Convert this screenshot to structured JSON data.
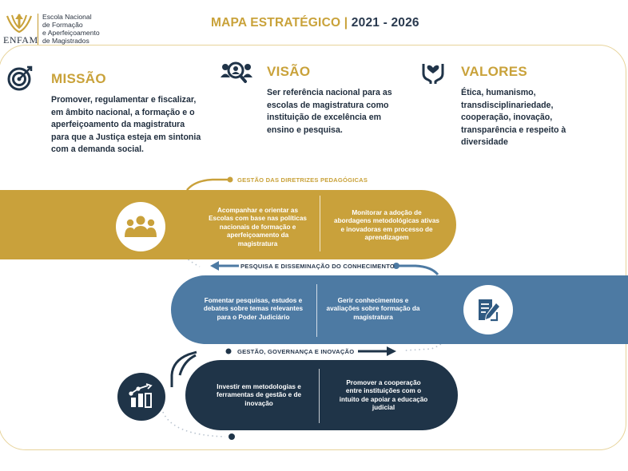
{
  "header": {
    "logo_word": "ENFAM",
    "org_name": [
      "Escola Nacional",
      "de Formação",
      "e Aperfeiçoamento",
      "de Magistrados"
    ],
    "title_main": "MAPA ESTRATÉGICO",
    "title_sep": "|",
    "title_years": "2021 - 2026"
  },
  "sections": {
    "missao": {
      "icon": "target-icon",
      "title": "MISSÃO",
      "lines": [
        "Promover, regulamentar e fiscalizar,",
        "em âmbito nacional, a formação e o",
        "aperfeiçoamento da magistratura",
        "para que a Justiça esteja em sintonia",
        "com a demanda social."
      ]
    },
    "visao": {
      "icon": "people-search-icon",
      "title": "VISÃO",
      "lines": [
        "Ser referência nacional para as",
        "escolas de magistratura como",
        "instituição de excelência em",
        "ensino e pesquisa."
      ]
    },
    "valores": {
      "icon": "hands-heart-icon",
      "title": "VALORES",
      "lines": [
        "Ética, humanismo,",
        "transdisciplinariedade,",
        "cooperação, inovação,",
        "transparência e respeito à",
        "diversidade"
      ]
    }
  },
  "bands": {
    "gestao_diretrizes": {
      "label": "GESTÃO DAS DIRETRIZES PEDAGÓGICAS",
      "icon": "group-icon",
      "left_lines": [
        "Acompanhar e orientar as",
        "Escolas com base nas políticas",
        "nacionais de formação e",
        "aperfeiçoamento da",
        "magistratura"
      ],
      "right_lines": [
        "Monitorar a adoção de",
        "abordagens metodológicas ativas",
        "e inovadoras em processo de",
        "aprendizagem"
      ]
    },
    "pesquisa": {
      "label": "PESQUISA E DISSEMINAÇÃO DO CONHECIMENTO",
      "icon": "document-pen-icon",
      "left_lines": [
        "Fomentar pesquisas, estudos e",
        "debates sobre temas  relevantes",
        "para o Poder Judiciário"
      ],
      "right_lines": [
        "Gerir conhecimentos e",
        "avaliações sobre formação da",
        "magistratura"
      ]
    },
    "gestao_governanca": {
      "label": "GESTÃO, GOVERNANÇA E INOVAÇÃO",
      "icon": "growth-chart-icon",
      "left_lines": [
        "Investir em metodologias e",
        "ferramentas de gestão e de",
        "inovação"
      ],
      "right_lines": [
        "Promover a cooperação",
        "entre instituições com o",
        "intuito de apoiar a educação",
        "judicial"
      ]
    }
  },
  "colors": {
    "gold": "#c9a13b",
    "blue": "#4d7aa3",
    "navy": "#1f3448"
  }
}
